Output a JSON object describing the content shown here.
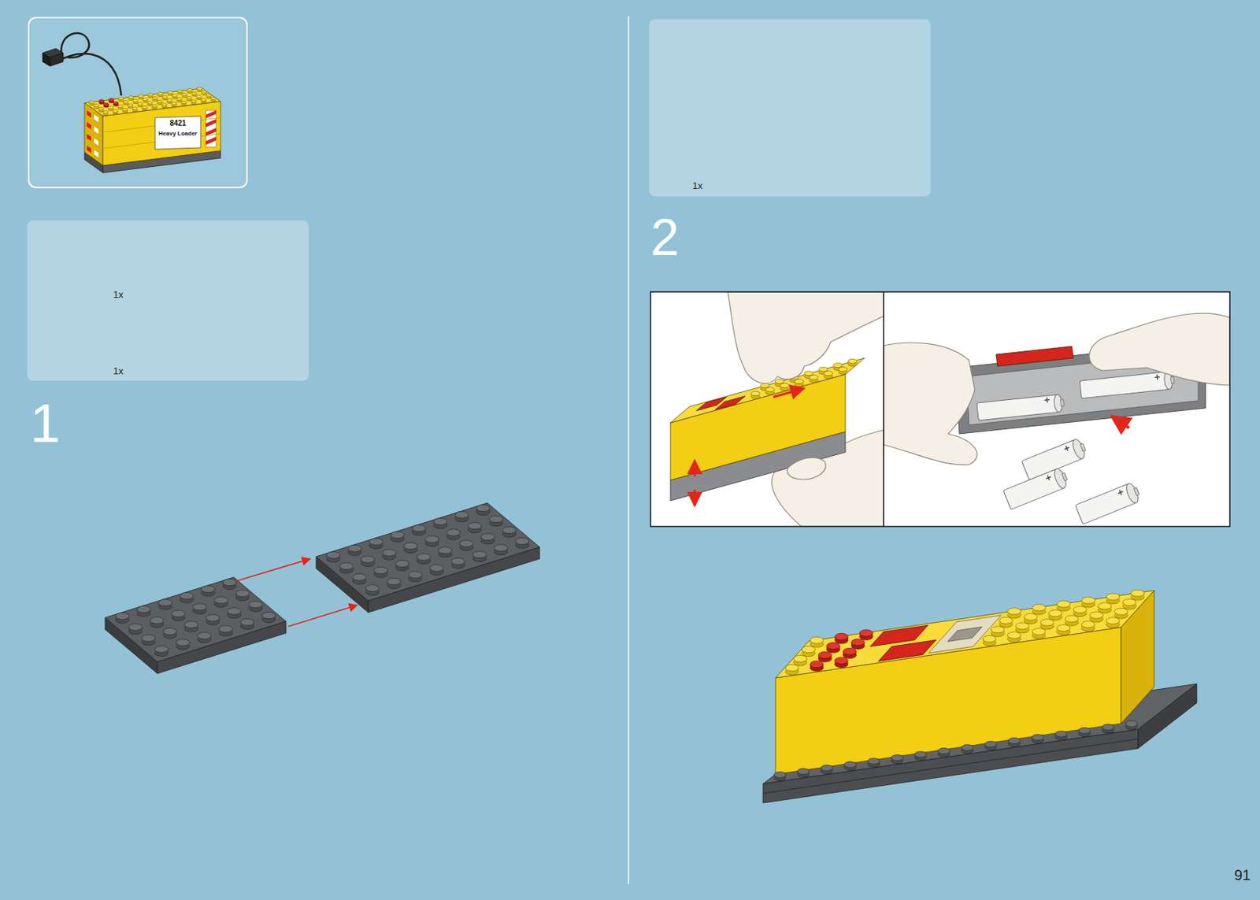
{
  "diagram": {
    "nodes": [
      {
        "text": [
          "1x",
          "1x"
        ]
      },
      {
        "text": [
          "1x"
        ]
      }
    ],
    "labels": [
      "8421",
      "Heavy Loader",
      "1",
      "2",
      "91"
    ]
  }
}
